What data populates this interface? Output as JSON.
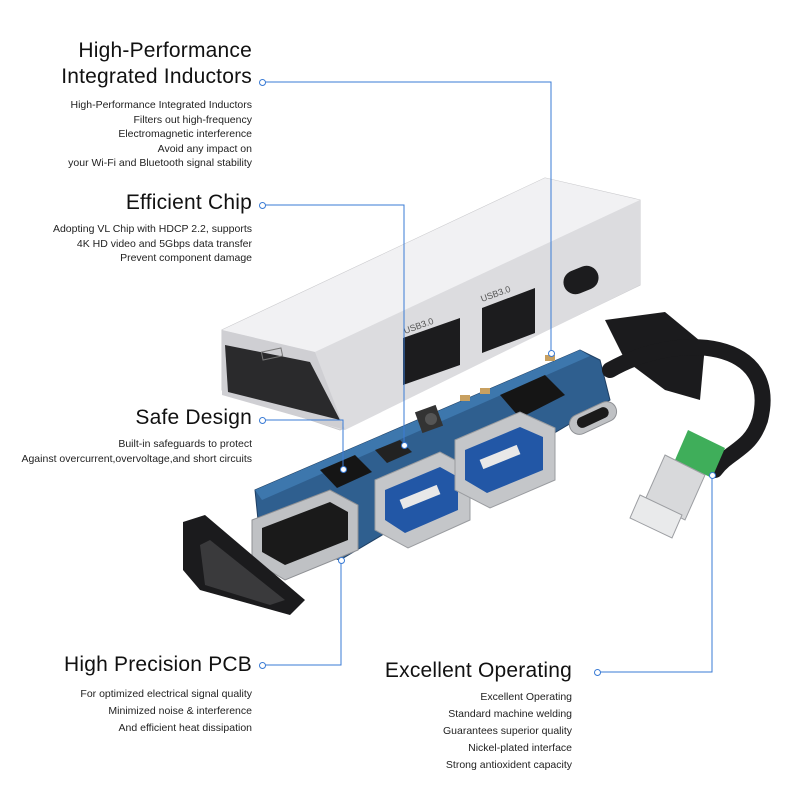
{
  "callouts": {
    "inductors": {
      "title_line1": "High-Performance",
      "title_line2": "Integrated Inductors",
      "lines": [
        "High-Performance Integrated Inductors",
        "Filters out high-frequency",
        "Electromagnetic interference",
        "Avoid any impact on",
        "your Wi-Fi and Bluetooth signal stability"
      ]
    },
    "chip": {
      "title": "Efficient Chip",
      "lines": [
        "Adopting VL Chip with HDCP 2.2, supports",
        "4K HD video and 5Gbps data transfer",
        "Prevent component damage"
      ]
    },
    "safe": {
      "title": "Safe Design",
      "lines": [
        "Built-in safeguards to protect",
        "Against overcurrent,overvoltage,and short circuits"
      ]
    },
    "pcb": {
      "title": "High Precision PCB",
      "lines": [
        "For optimized electrical signal quality",
        "Minimized noise & interference",
        "And efficient heat dissipation"
      ]
    },
    "operating": {
      "title": "Excellent Operating",
      "lines": [
        "Excellent Operating",
        "Standard machine welding",
        "Guarantees superior quality",
        "Nickel-plated interface",
        "Strong antioxident capacity"
      ]
    }
  },
  "product": {
    "port_label_1": "USB3.0",
    "port_label_2": "USB3.0",
    "accent_color": "#3a7bd5",
    "pcb_color": "#2f5f8f",
    "shell_color": "#e3e3e5"
  }
}
